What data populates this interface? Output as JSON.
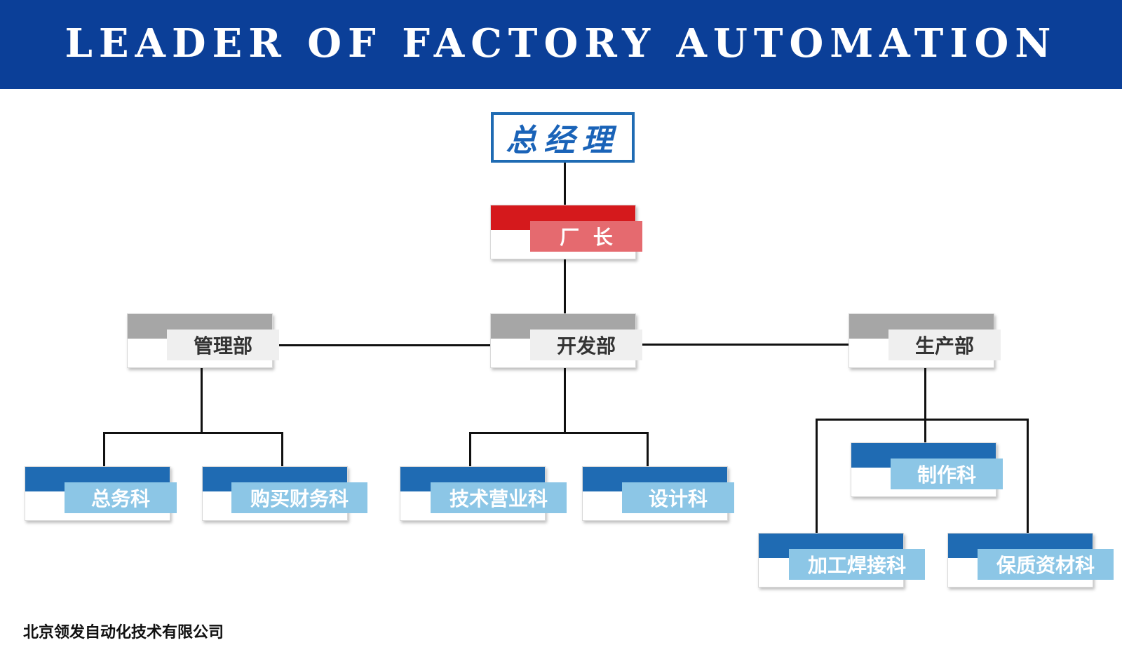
{
  "banner": {
    "title": "LEADER OF FACTORY AUTOMATION"
  },
  "general_manager": {
    "label": "总经理"
  },
  "factory_director": {
    "label": "厂  长"
  },
  "departments": {
    "management": "管理部",
    "development": "开发部",
    "production": "生产部"
  },
  "sections": {
    "general_affairs": "总务科",
    "purchasing_finance": "购买财务科",
    "technical_sales": "技术营业科",
    "design": "设计科",
    "manufacturing": "制作科",
    "machining_welding": "加工焊接科",
    "quality_materials": "保质资材科"
  },
  "footer": {
    "company": "北京领发自动化技术有限公司"
  },
  "colors": {
    "banner": "#0b3f98",
    "director_band": "#d5191c",
    "director_label": "#e56a6f",
    "department_band": "#a6a6a6",
    "section_band": "#1f6bb3",
    "section_label": "#8cc6e6"
  }
}
